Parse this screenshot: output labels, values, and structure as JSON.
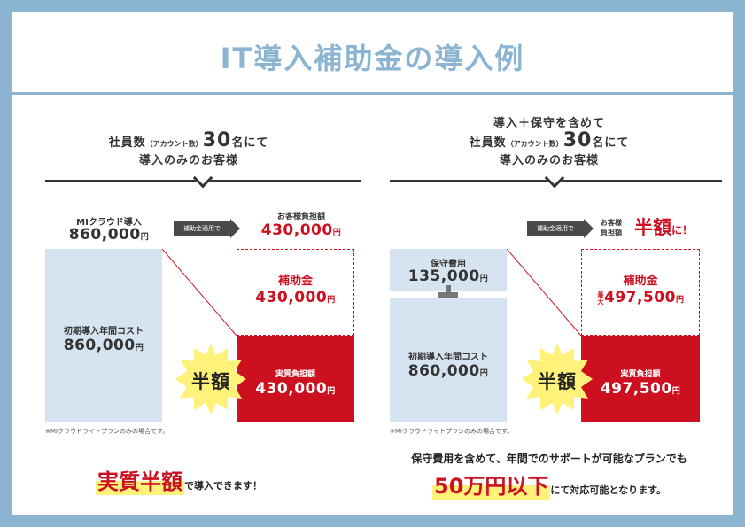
{
  "title": "IT導入補助金の導入例",
  "left": {
    "header_line1_a": "社員数",
    "header_line1_b": "（アカウント数）",
    "header_line1_c": "30",
    "header_line1_d": "名にて",
    "header_line2": "導入のみのお客様",
    "before_label": "MIクラウド導入",
    "before_amount": "860,000",
    "arrow_label": "補助金適用で",
    "after_label": "お客様負担額",
    "after_amount": "430,000",
    "cost_label": "初期導入年間コスト",
    "cost_amount": "860,000",
    "subsidy_label": "補助金",
    "subsidy_amount": "430,000",
    "actual_label": "実質負担額",
    "actual_amount": "430,000",
    "burst_text": "半額",
    "note": "※MIクラウドライトプランのみの場合です。",
    "footer_big": "実質半額",
    "footer_rest": "で導入できます！"
  },
  "right": {
    "header_line1": "導入＋保守を含めて",
    "header_line2_a": "社員数",
    "header_line2_b": "（アカウント数）",
    "header_line2_c": "30",
    "header_line2_d": "名にて",
    "header_line3": "導入のみのお客様",
    "arrow_label": "補助金適用で",
    "after_label_1": "お客様",
    "after_label_2": "負担額",
    "after_big": "半額",
    "after_suffix": "に！",
    "maint_label": "保守費用",
    "maint_amount": "135,000",
    "cost_label": "初期導入年間コスト",
    "cost_amount": "860,000",
    "subsidy_label": "補助金",
    "subsidy_prefix": "最大",
    "subsidy_amount": "497,500",
    "actual_label": "実質負担額",
    "actual_amount": "497,500",
    "burst_text": "半額",
    "note": "※MIクラウドライトプランのみの場合です。",
    "footer_line1": "保守費用を含めて、年間でのサポートが可能なプランでも",
    "footer_big": "50万円以下",
    "footer_rest": "にて対応可能となります。"
  },
  "yen": "円",
  "colors": {
    "accent_blue": "#8ab4d2",
    "box_blue": "#d5e4f0",
    "red": "#cc1020",
    "burst_yellow": "#fff27a"
  }
}
